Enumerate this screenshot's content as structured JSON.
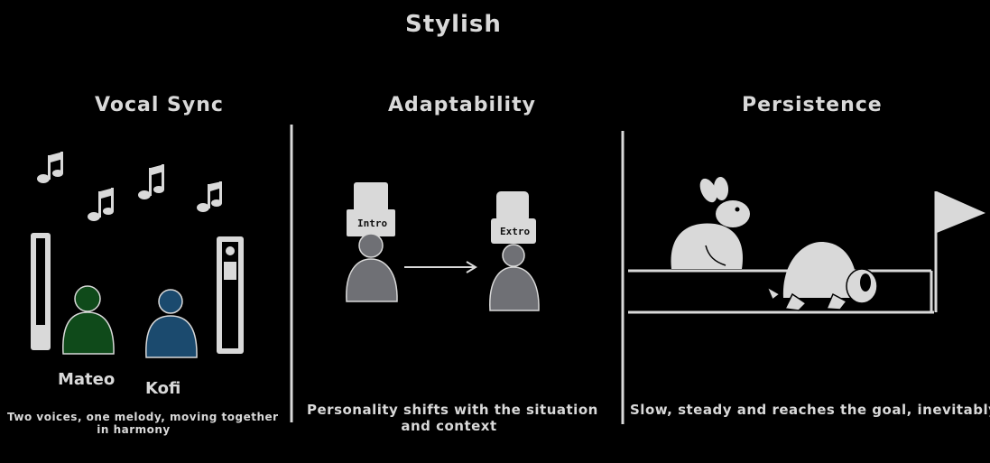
{
  "title": "Stylish",
  "panels": [
    {
      "heading": "Vocal Sync",
      "names": [
        "Mateo",
        "Kofi"
      ],
      "caption_lines": [
        "Two voices, one melody, moving together",
        "in harmony"
      ]
    },
    {
      "heading": "Adaptability",
      "hats": [
        "Intro",
        "Extro"
      ],
      "caption_lines": [
        "Personality shifts with the situation",
        "and context"
      ]
    },
    {
      "heading": "Persistence",
      "caption_lines": [
        "Slow, steady and reaches the goal, inevitably"
      ]
    }
  ],
  "colors": {
    "mateo": "#0f4a1a",
    "kofi": "#1b4a6e",
    "person": "#6f7075",
    "sketch": "#d9d9d9"
  },
  "icons": [
    "music-note-icon",
    "speaker-icon",
    "person-icon",
    "arrow-icon",
    "rabbit-icon",
    "turtle-icon",
    "goal-flag-icon"
  ]
}
